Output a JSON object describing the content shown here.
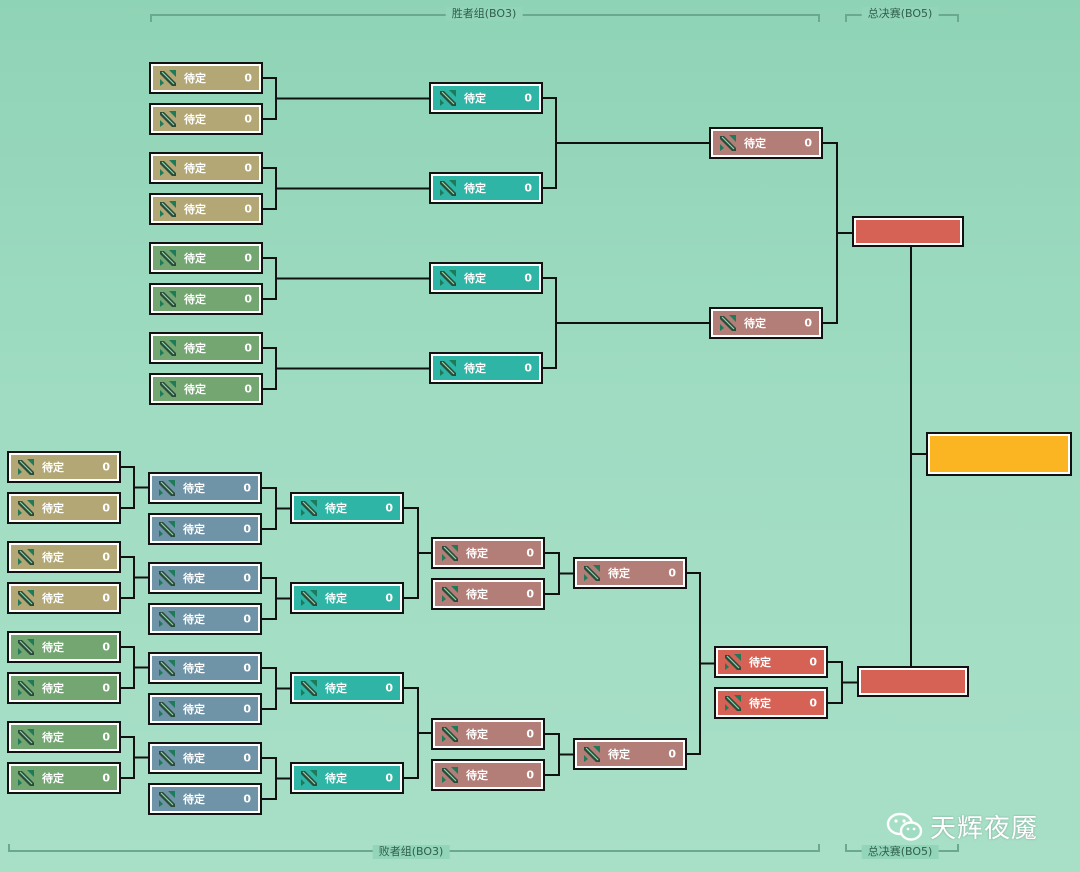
{
  "sections": {
    "winners": "胜者组(BO3)",
    "losers": "败者组(BO3)",
    "grand_top": "总决赛(BO5)",
    "grand_bottom": "总决赛(BO5)"
  },
  "placeholder_name": "待定",
  "score": "0",
  "colors": {
    "olive": "#b3a875",
    "green": "#74a672",
    "teal": "#2fb5a6",
    "rose": "#b47e78",
    "blue": "#6f93a7",
    "red": "#d66155",
    "final_red": "#d66155",
    "champion": "#fbb523"
  },
  "icon": "dota-logo-icon",
  "watermark": "天辉夜魇"
}
